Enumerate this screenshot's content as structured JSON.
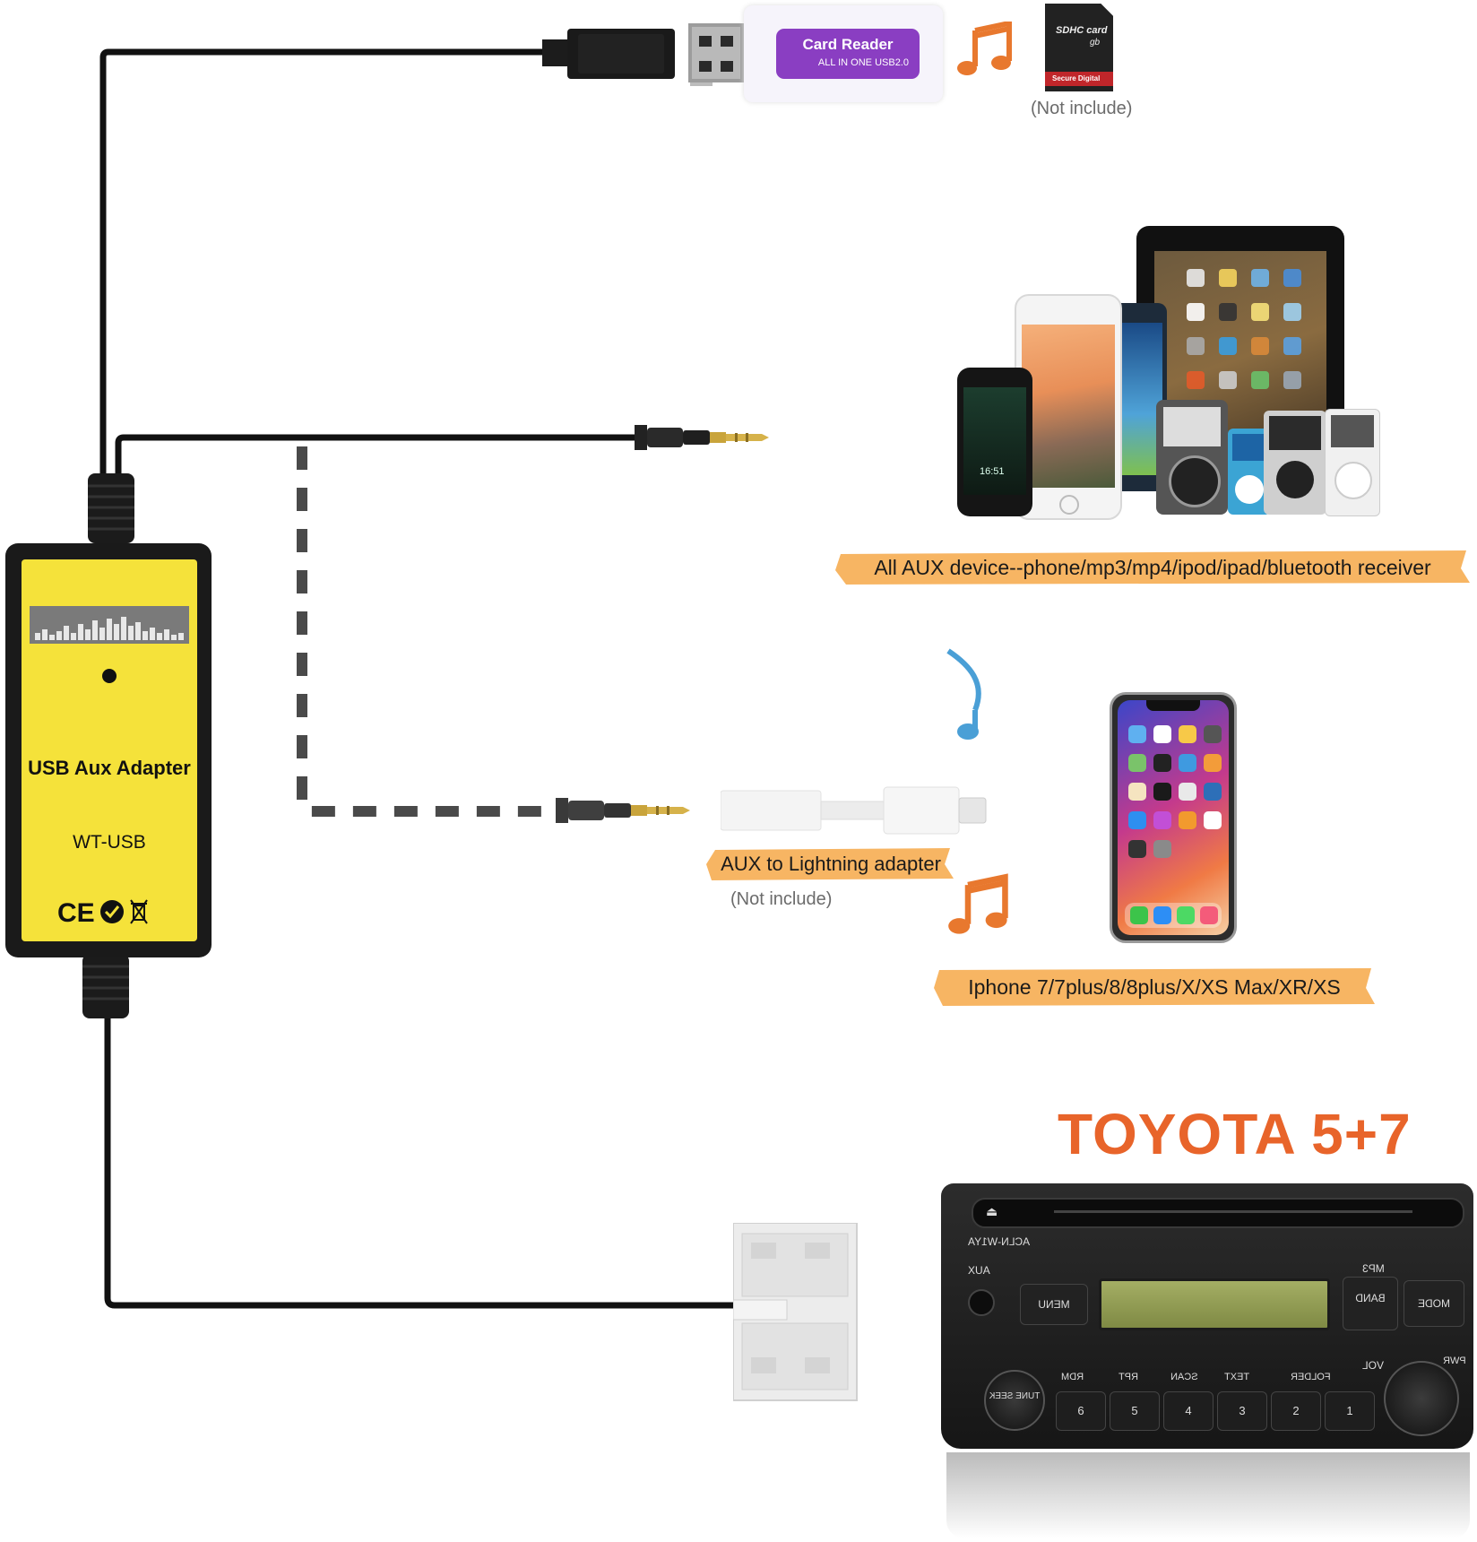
{
  "adapter": {
    "title": "USB Aux Adapter",
    "model": "WT-USB",
    "cert": "CE"
  },
  "card_reader": {
    "title": "Card Reader",
    "subtitle": "ALL IN ONE USB2.0"
  },
  "sd_card": {
    "label": "SDHC card",
    "size": "gb",
    "brand": "Secure Digital",
    "note": "(Not include)"
  },
  "aux_devices": {
    "caption": "All AUX device--phone/mp3/mp4/ipod/ipad/bluetooth receiver",
    "phone_clock": "16:51"
  },
  "lightning": {
    "caption": "AUX to Lightning adapter",
    "note": "(Not include)"
  },
  "iphone": {
    "caption": "Iphone 7/7plus/8/8plus/X/XS Max/XR/XS"
  },
  "vehicle": {
    "title": "TOYOTA 5+7"
  },
  "radio": {
    "model": "ACLN-W1YA",
    "labels": [
      "AUX",
      "MP3",
      "MENU",
      "BAND",
      "MODE",
      "VOL",
      "PWR",
      "TUNE SEEK",
      "RDM",
      "RPT",
      "SCAN",
      "TEXT",
      "FOLDER"
    ],
    "presets": [
      "6",
      "5",
      "4",
      "3",
      "2",
      "1"
    ]
  },
  "colors": {
    "adapter_yellow": "#f5e23a",
    "highlight_orange": "#f7b563",
    "brand_orange": "#e8642a",
    "cable": "#111111",
    "card_purple": "#8a3ec2"
  },
  "icons": [
    "music-note-icon",
    "music-note-blue-icon",
    "ce-mark-icon",
    "weee-bin-icon",
    "usb-plug-icon",
    "audio-jack-icon",
    "lightning-plug-icon",
    "car-connector-icon"
  ]
}
